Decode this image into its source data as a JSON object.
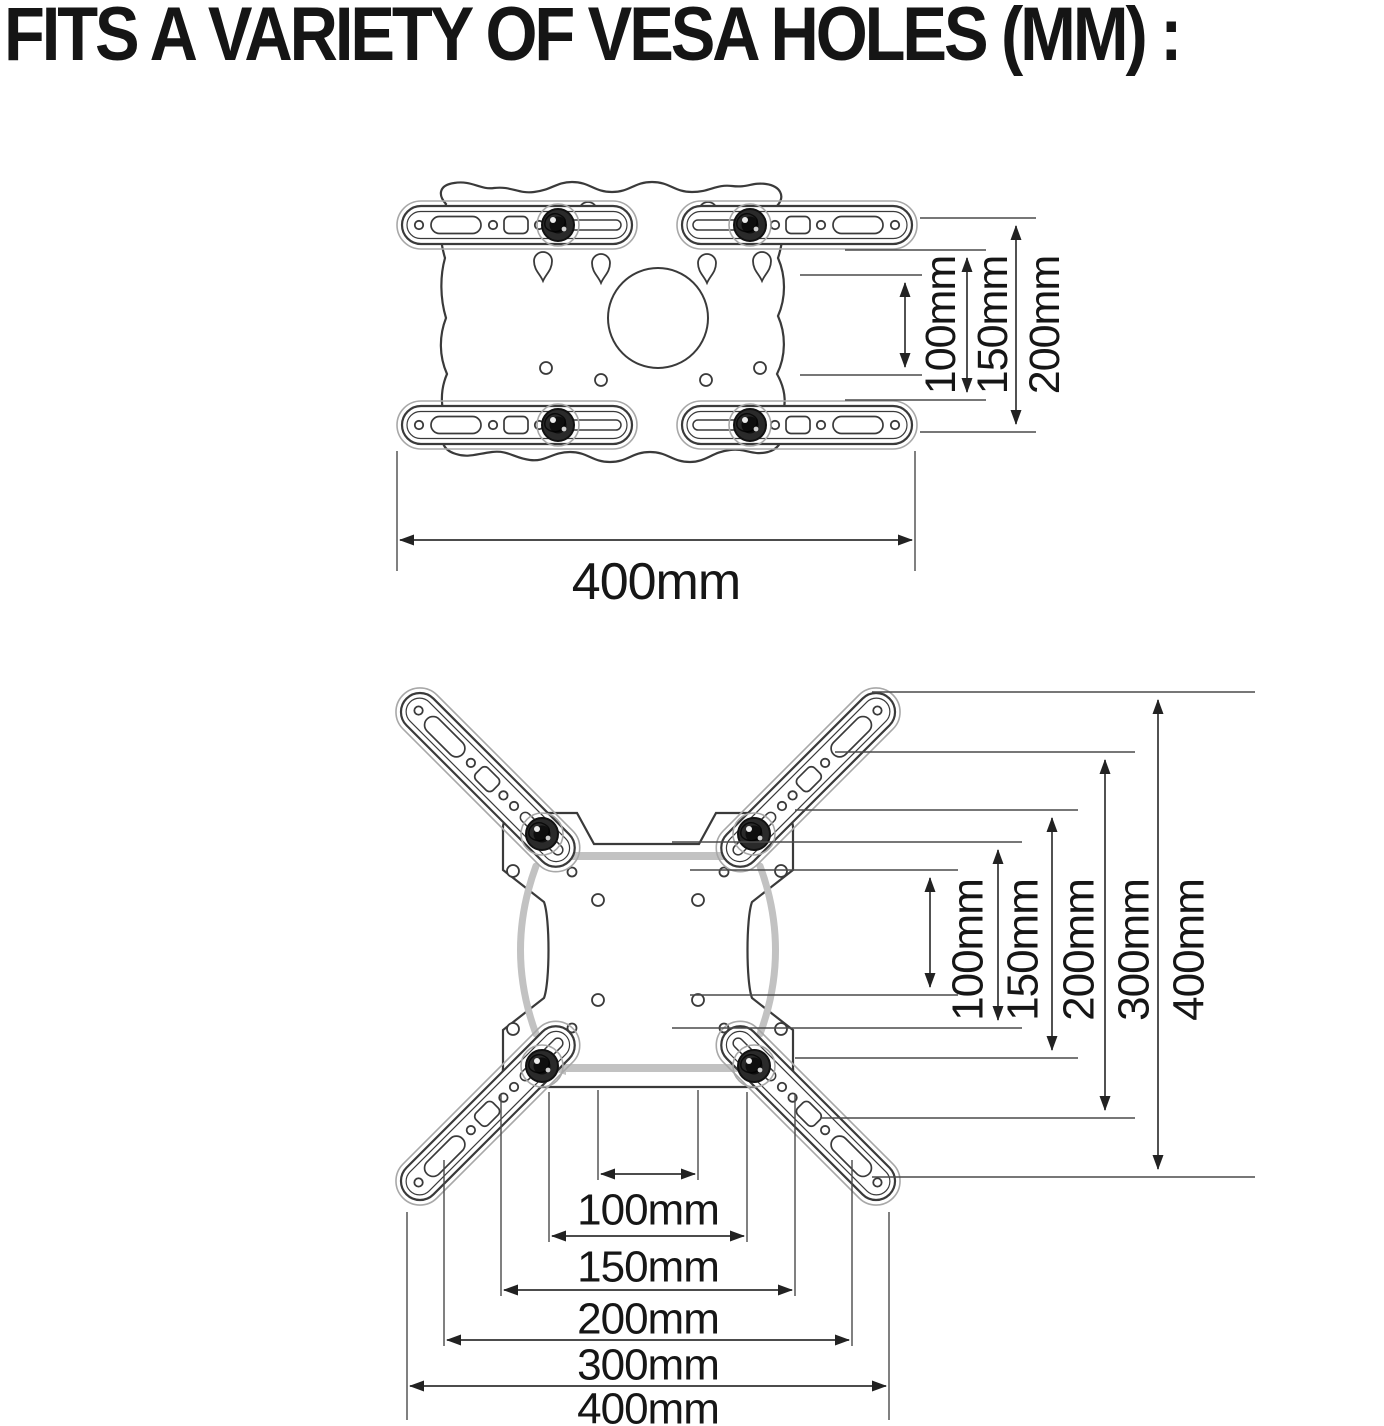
{
  "title": "FITS A VARIETY OF VESA HOLES (MM) :",
  "top_diagram": {
    "description_name": "vesa-plate-with-horizontal-arms",
    "vertical_dims": [
      "100mm",
      "150mm",
      "200mm"
    ],
    "horizontal_dims": [
      "400mm"
    ]
  },
  "bottom_diagram": {
    "description_name": "vesa-plate-with-diagonal-arms",
    "vertical_dims": [
      "100mm",
      "150mm",
      "200mm",
      "300mm",
      "400mm"
    ],
    "horizontal_dims": [
      "100mm",
      "150mm",
      "200mm",
      "300mm",
      "400mm"
    ]
  },
  "colors": {
    "background": "#ffffff",
    "line": "#3a3a3a",
    "dim_text": "#161616",
    "ghost_gray": "#c2c2c2"
  }
}
